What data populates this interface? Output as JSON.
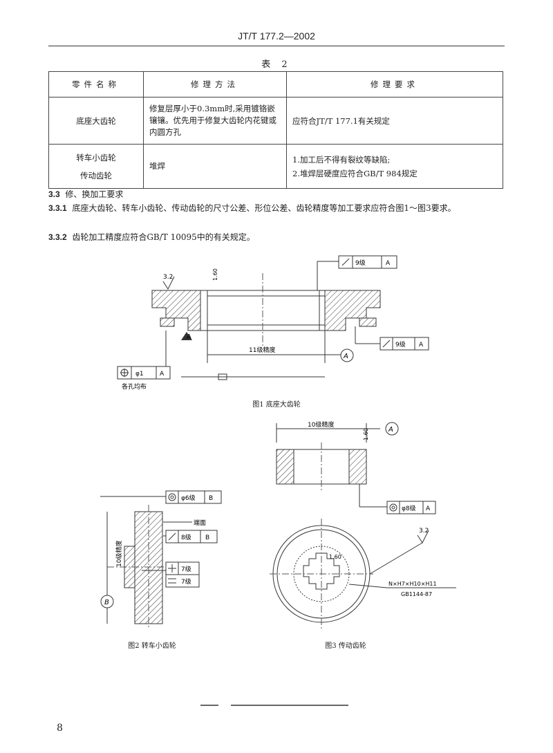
{
  "header": {
    "standard": "JT/T 177.2—2002"
  },
  "table": {
    "caption": "表 2",
    "columns": [
      "零件名称",
      "修理方法",
      "修理要求"
    ],
    "rows": [
      {
        "part": "底座大齿轮",
        "method": "修复层厚小于0.3mm时,采用镀铬嵌镶镶。优先用于修复大齿轮内花键或内圆方孔",
        "requirement": "应符合JT/T 177.1有关规定"
      },
      {
        "part": "转车小齿轮\n传动齿轮",
        "method": "堆焊",
        "requirement": "1.加工后不得有裂纹等缺陷;\n2.堆焊层硬度应符合GB/T 984规定"
      }
    ]
  },
  "sections": [
    {
      "num": "3.3",
      "text": "修、换加工要求"
    },
    {
      "num": "3.3.1",
      "text": "底座大齿轮、转车小齿轮、传动齿轮的尺寸公差、形位公差、齿轮精度等加工要求应符合图1～图3要求。"
    },
    {
      "num": "3.3.2",
      "text": "齿轮加工精度应符合GB/T 10095中的有关规定。"
    }
  ],
  "figures": {
    "fig1": {
      "caption": "图1  底座大齿轮",
      "roughness": "3.2",
      "surface_finish": "1.60",
      "grade_top": "9级",
      "grade_right": "9级",
      "datum": "A",
      "accuracy": "11级精度",
      "position_tol": "φ1",
      "hole_note": "各孔均布"
    },
    "fig2": {
      "caption": "图2  转车小齿轮",
      "grade_coax": "φ6级",
      "grade_runout": "8级",
      "grade_sym1": "7级",
      "grade_sym2": "7级",
      "datum": "B",
      "tooth_label": "端面",
      "accuracy": "10级精度"
    },
    "fig3": {
      "caption": "图3  传动齿轮",
      "accuracy": "10级精度",
      "surface_finish": "1.60",
      "roughness": "3.2",
      "grade_coax": "φ8级",
      "datum": "A",
      "inner_finish": "1.60",
      "spline_spec": "N×H7×H10×H11",
      "spline_std": "GB1144-87"
    }
  },
  "page_number": "8"
}
